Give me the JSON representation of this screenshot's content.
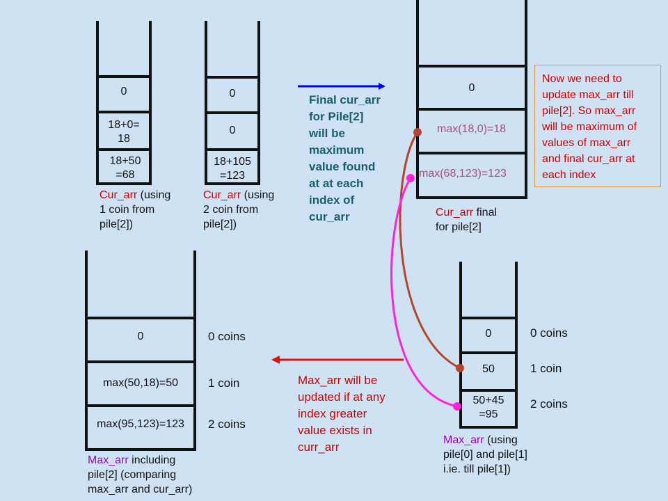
{
  "cur_arr_1": {
    "cells": [
      "0",
      "18+0=\n18",
      "18+50\n=68"
    ],
    "label_colored": "Cur_arr",
    "label_rest": " (using\n1 coin from\npile[2])"
  },
  "cur_arr_2": {
    "cells": [
      "0",
      "0",
      "18+105\n=123"
    ],
    "label_colored": "Cur_arr",
    "label_rest": " (using\n2 coin from\npile[2])"
  },
  "note_final": "Final cur_arr\nfor Pile[2]\nwill be\nmaximum\nvalue found\nat at each\nindex of\ncur_arr",
  "cur_arr_final": {
    "cells": [
      "0",
      "max(18,0)=18",
      "max(68,123)=123"
    ],
    "label_colored": "Cur_arr",
    "label_rest": " final\nfor pile[2]"
  },
  "note_update": "Now we need to\nupdate max_arr till\npile[2]. So max_arr\nwill be maximum of\nvalues of max_arr\nand final cur_arr at\neach index",
  "max_arr_old": {
    "cells": [
      "0",
      "50",
      "50+45\n=95"
    ],
    "sides": [
      "0 coins",
      "1 coin",
      "2 coins"
    ],
    "label_colored": "Max_arr",
    "label_rest": " (using\npile[0] and pile[1]\ni.ie. till pile[1])"
  },
  "note_maxarr": "Max_arr will be\nupdated if at any\nindex greater\nvalue exists in\ncurr_arr",
  "max_arr_new": {
    "cells": [
      "0",
      "max(50,18)=50",
      "max(95,123)=123"
    ],
    "sides": [
      "0 coins",
      "1 coin",
      "2 coins"
    ],
    "label_colored": "Max_arr",
    "label_rest": " including\npile[2] (comparing\nmax_arr and cur_arr)"
  },
  "colors": {
    "background": "#cfe2f3",
    "blue_arrow": "#0000ee",
    "red_arrow": "#e01010",
    "connector_brown": "#b5452a",
    "connector_magenta": "#ff22dd",
    "note_border": "#e69138"
  }
}
